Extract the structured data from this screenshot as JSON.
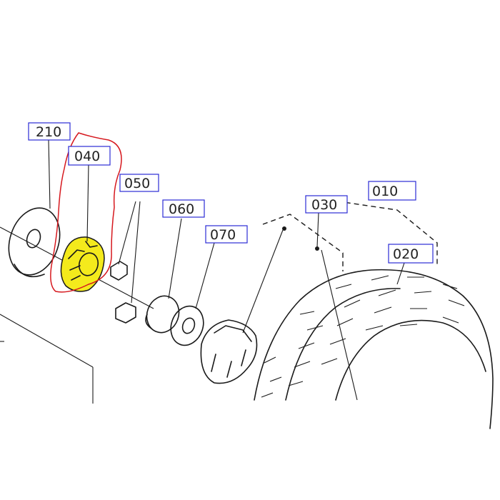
{
  "colors": {
    "label_border": "#2b2bd6",
    "highlight_fill": "#f4ea1c",
    "highlight_outline": "#d6181e",
    "ink": "#1a1a1a"
  },
  "labels": {
    "part_210": "210",
    "part_040": "040",
    "part_050": "050",
    "part_060": "060",
    "part_070": "070",
    "part_030": "030",
    "part_010": "010",
    "part_020": "020"
  }
}
